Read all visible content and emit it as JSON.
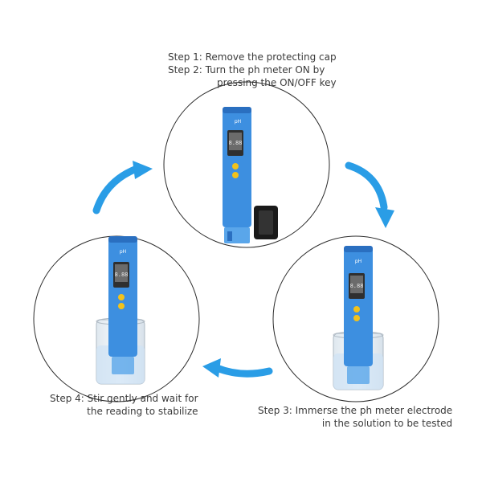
{
  "steps": {
    "step12": {
      "line1": "Step 1: Remove the protecting cap",
      "line2": "Step 2: Turn the ph meter ON by",
      "line3": "pressing the ON/OFF key"
    },
    "step3": {
      "line1": "Step 3: Immerse the ph meter electrode",
      "line2": "in the solution to be tested"
    },
    "step4": {
      "line1": "Step 4: Stir gently and wait for",
      "line2": "the reading to stabilize"
    }
  },
  "meter_label": "pH",
  "colors": {
    "meter_blue": "#3d8fe0",
    "meter_dark": "#2a6fc0",
    "arrow_blue": "#2a9de6",
    "circle_stroke": "#2b2b2b",
    "cap": "#1a1a1a"
  },
  "icons": [
    "arrow-clockwise-icon"
  ]
}
